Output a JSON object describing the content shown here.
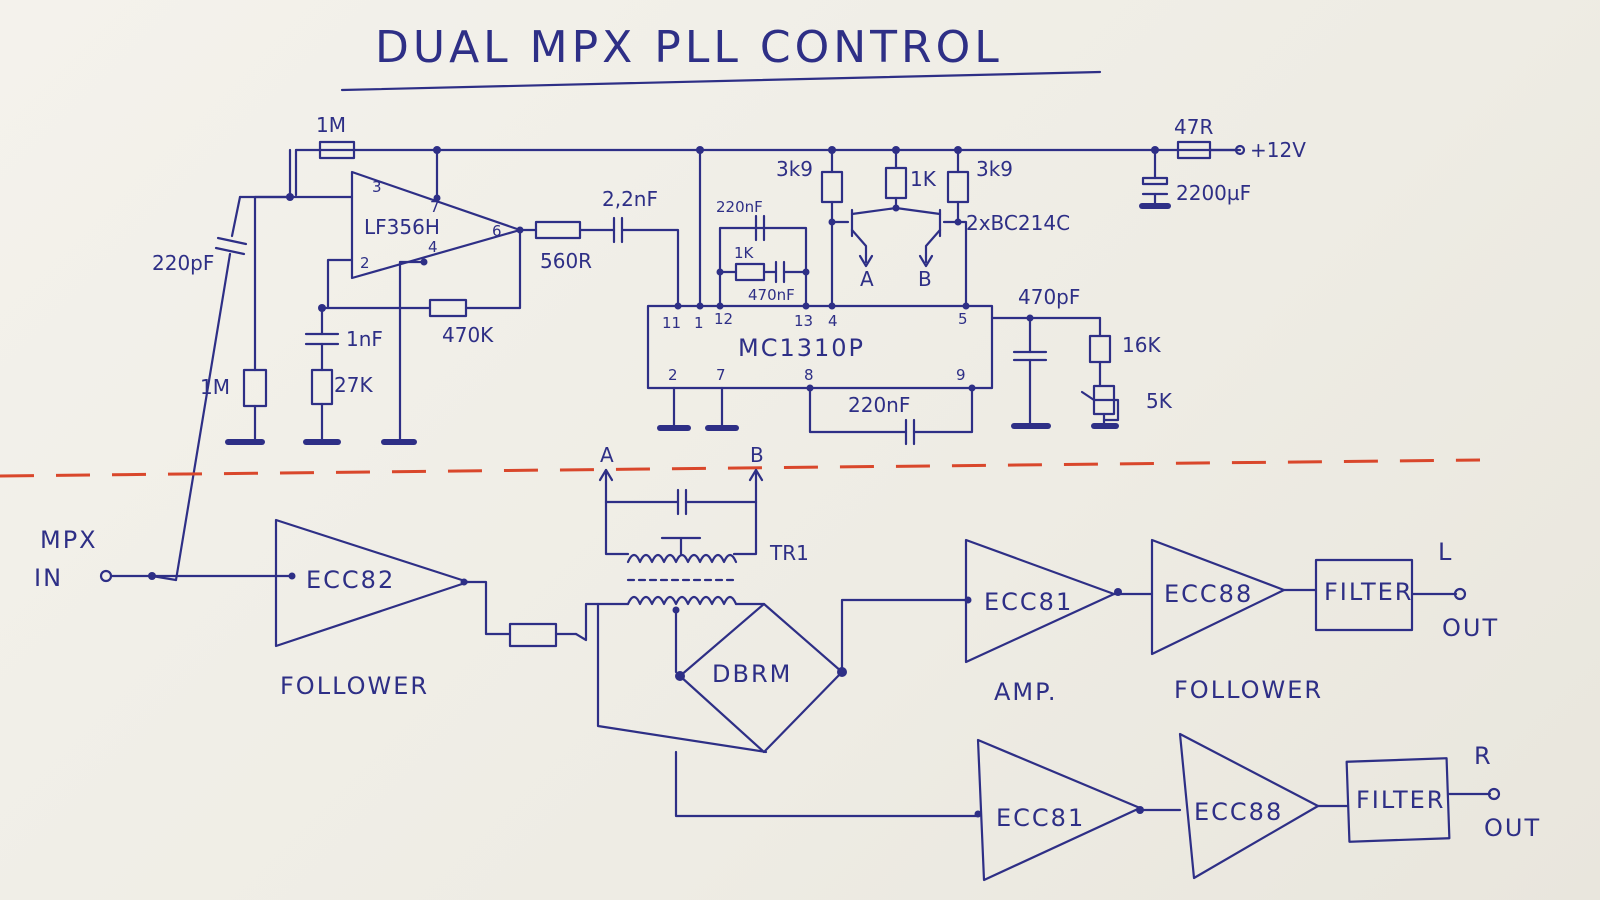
{
  "title": "DUAL MPX PLL CONTROL",
  "colors": {
    "ink": "#2e2f86",
    "separator": "#d9472b",
    "paper": "#f1efe8"
  },
  "labels": {
    "r_1m_fb": "1M",
    "cap_220pf": "220pF",
    "opamp": "LF356H",
    "pin3": "3",
    "pin2": "2",
    "pin7": "7",
    "pin4": "4",
    "pin6": "6",
    "r_560": "560R",
    "cap_22nf": "2,2nF",
    "cap_1nf": "1nF",
    "r_27k": "27K",
    "r_470k": "470K",
    "r_1m_gnd": "1M",
    "cap_220nf_top": "220nF",
    "r_1k_a": "1K",
    "cap_470nf": "470nF",
    "r_3k9_a": "3k9",
    "r_1k_b": "1K",
    "r_3k9_b": "3k9",
    "transistors": "2xBC214C",
    "tr_out_a": "A",
    "tr_out_b": "B",
    "r_47r": "47R",
    "supply": "+12V",
    "cap_2200uf": "2200µF",
    "ic": "MC1310P",
    "ic_pin11": "11",
    "ic_pin1": "1",
    "ic_pin12": "12",
    "ic_pin13": "13",
    "ic_pin4": "4",
    "ic_pin5": "5",
    "ic_pin2": "2",
    "ic_pin7": "7",
    "ic_pin8": "8",
    "ic_pin9": "9",
    "cap_220nf_bot": "220nF",
    "cap_470pf": "470pF",
    "r_16k": "16K",
    "pot_5k": "5K",
    "mpx": "MPX",
    "in": "IN",
    "ecc82": "ECC82",
    "follower_1": "FOLLOWER",
    "tr_in_a": "A",
    "tr_in_b": "B",
    "tr1": "TR1",
    "dbrm": "DBRM",
    "ecc81_l": "ECC81",
    "ecc88_l": "ECC88",
    "filter_l": "FILTER",
    "amp": "AMP.",
    "follower_2": "FOLLOWER",
    "ch_l": "L",
    "out_l": "OUT",
    "ecc81_r": "ECC81",
    "ecc88_r": "ECC88",
    "filter_r": "FILTER",
    "ch_r": "R",
    "out_r": "OUT"
  }
}
